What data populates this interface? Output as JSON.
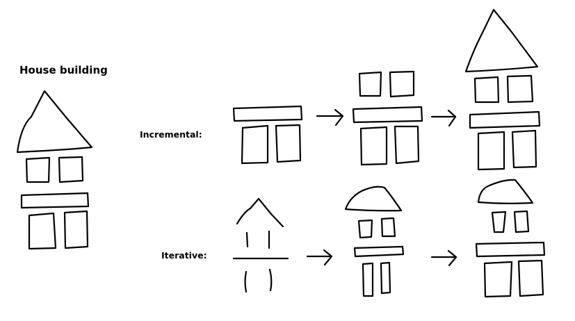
{
  "title": "House building",
  "rows": {
    "incremental": {
      "label": "Incremental:"
    },
    "iterative": {
      "label": "Iterative:"
    }
  },
  "colors": {
    "stroke": "#000000",
    "background": "#ffffff"
  }
}
